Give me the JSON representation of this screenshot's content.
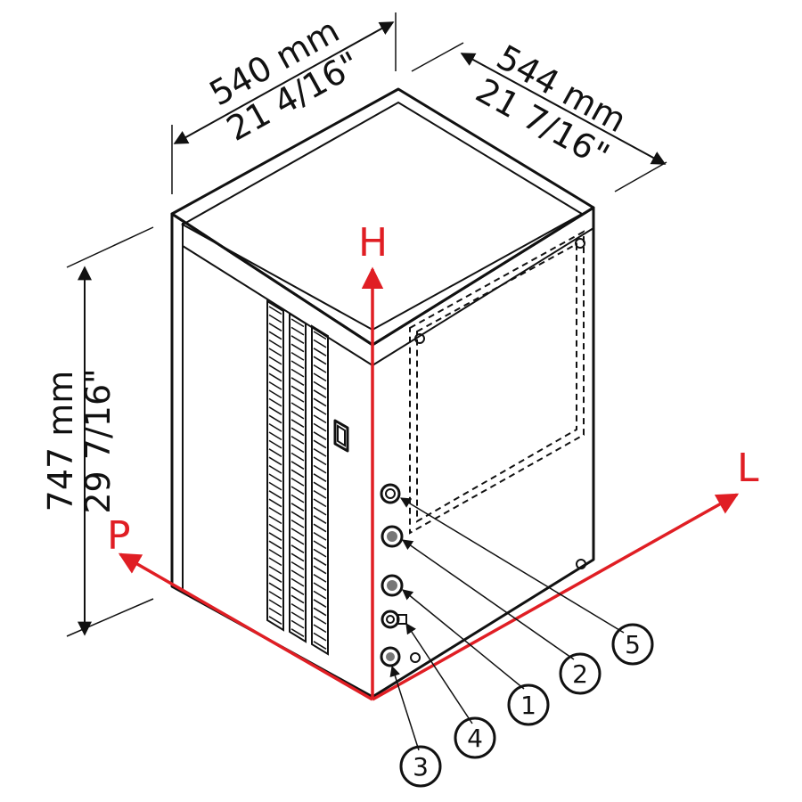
{
  "dimensions": {
    "width": {
      "metric": "540 mm",
      "imperial": "21 4/16\""
    },
    "depth": {
      "metric": "544 mm",
      "imperial": "21 7/16\""
    },
    "height": {
      "metric": "747 mm",
      "imperial": "29 7/16\""
    }
  },
  "axes": {
    "height": "H",
    "length": "L",
    "depth": "P"
  },
  "callouts": [
    "1",
    "2",
    "3",
    "4",
    "5"
  ],
  "colors": {
    "axis": "#e01e24",
    "line": "#111111"
  }
}
